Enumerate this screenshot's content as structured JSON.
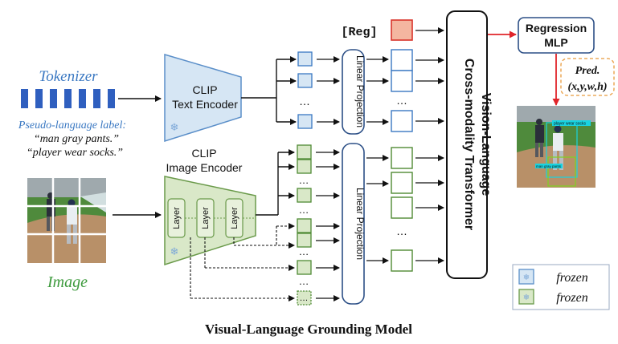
{
  "tokenizer_label": "Tokenizer",
  "pseudo_label_title": "Pseudo-language label:",
  "pseudo_label_lines": [
    "“man gray pants.”",
    "“player wear socks.”"
  ],
  "image_label": "Image",
  "text_encoder": {
    "line1": "CLIP",
    "line2": "Text Encoder"
  },
  "image_encoder": {
    "line1": "CLIP",
    "line2": "Image Encoder"
  },
  "layer_label": "Layer",
  "linear_projection_label": "Linear Projection",
  "reg_token": "[Reg]",
  "transformer": {
    "line1": "Vision-Language",
    "line2": "Cross-modality Transformer"
  },
  "regression_mlp": {
    "line1": "Regression",
    "line2": "MLP"
  },
  "pred": {
    "line1": "Pred.",
    "line2": "(x,y,w,h)"
  },
  "detections": [
    "player wear socks",
    "man gray pants"
  ],
  "ellipsis": "…",
  "legend": [
    {
      "label": "frozen",
      "color": "#5b8fc9"
    },
    {
      "label": "frozen",
      "color": "#6a9a4a"
    }
  ],
  "footer_title": "Visual-Language Grounding Model",
  "colors": {
    "text_blue": "#3a78c2",
    "image_green": "#3d9a3d",
    "token_fill": "#2f5fbf",
    "text_encoder_fill": "#d6e6f4",
    "image_encoder_fill": "#d9e8c8",
    "reg_fill": "#f4b6a0",
    "reg_stroke": "#d9342b",
    "arrow_red": "#e0242a"
  }
}
